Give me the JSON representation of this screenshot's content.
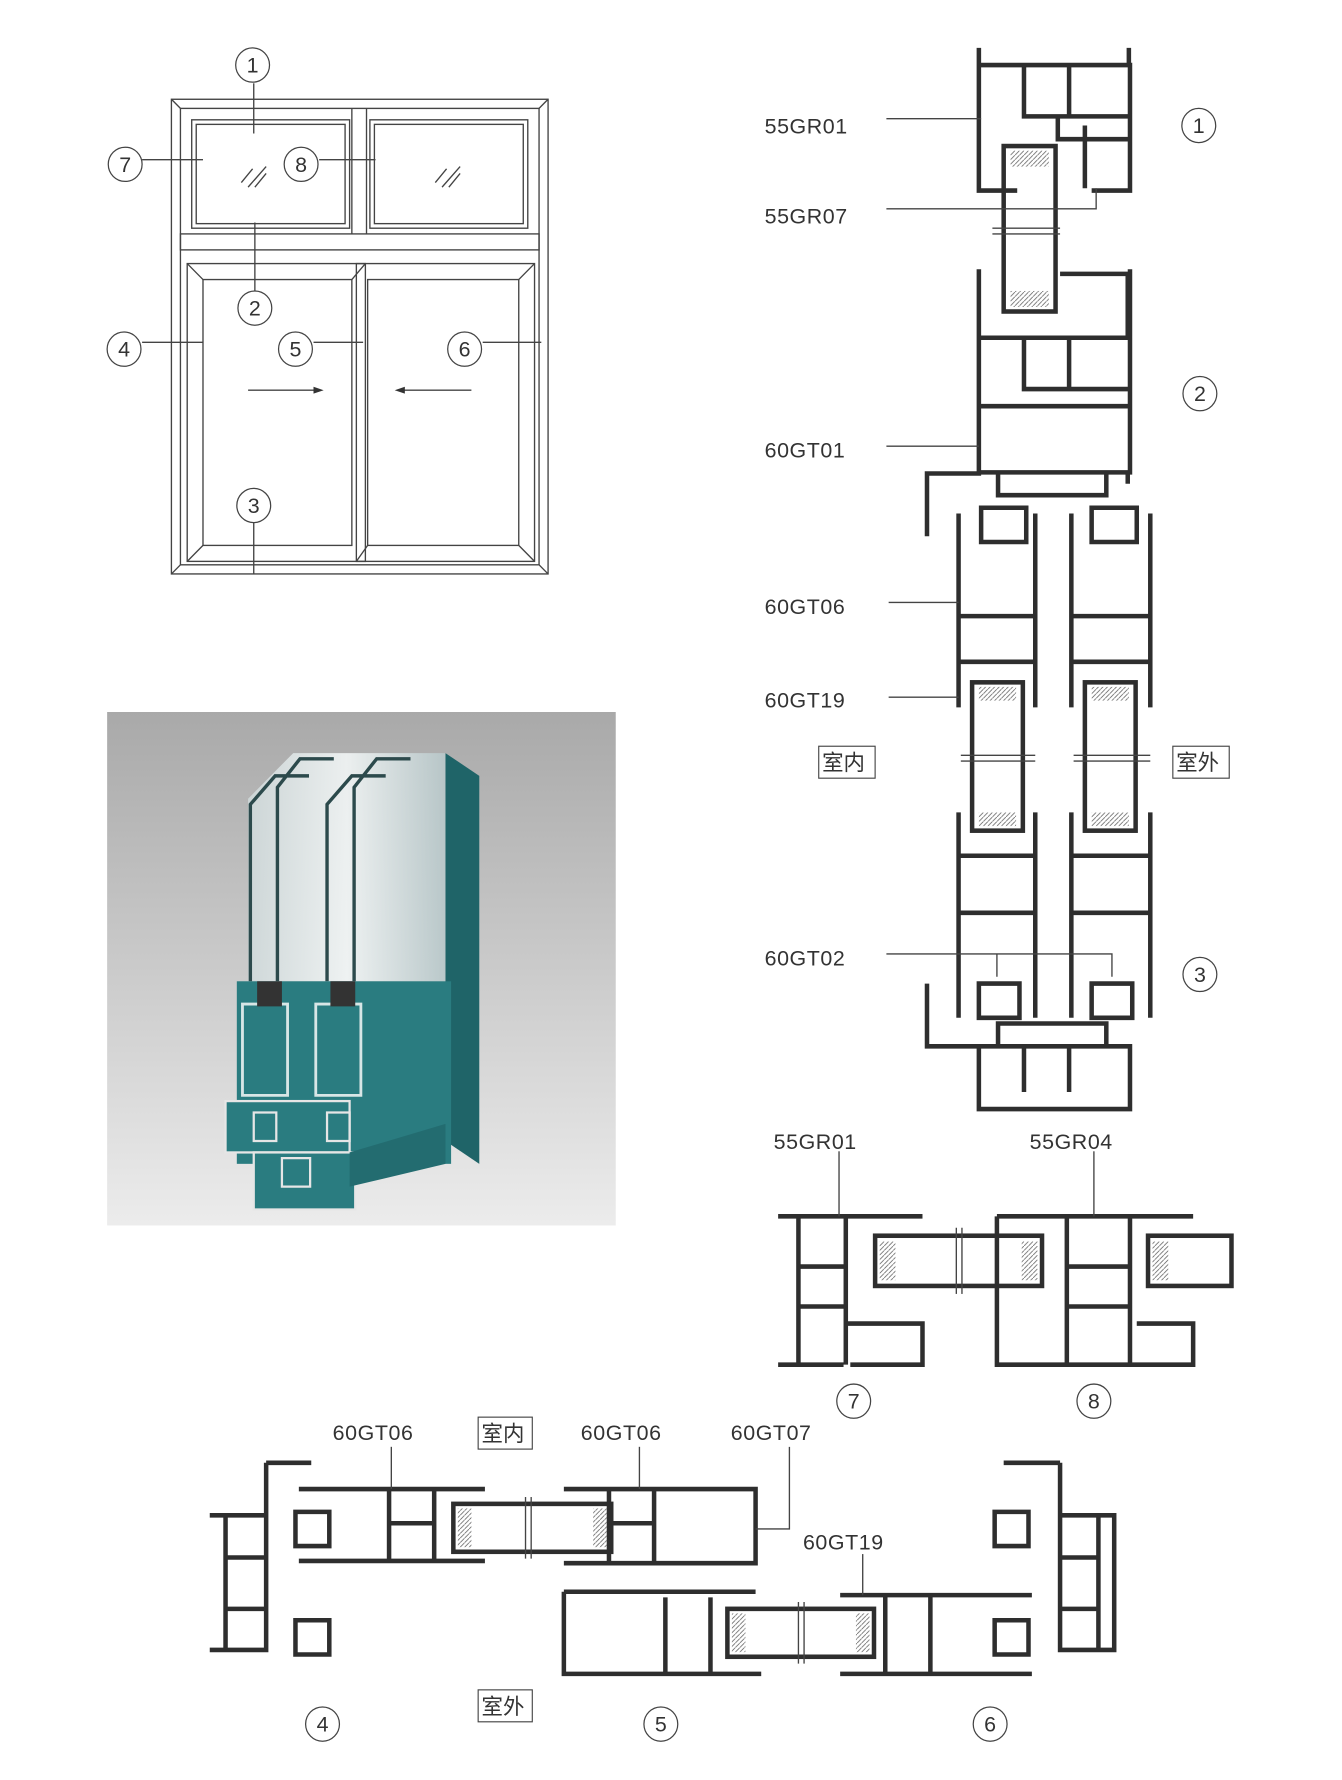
{
  "elevation": {
    "callouts": [
      "1",
      "2",
      "3",
      "4",
      "5",
      "6",
      "7",
      "8"
    ]
  },
  "photo": {
    "profile_color": "#2a7c80",
    "background": "#b4b4b4"
  },
  "vertical_section": {
    "labels": [
      "55GR01",
      "55GR07",
      "60GT01",
      "60GT06",
      "60GT19",
      "60GT02"
    ],
    "callouts": [
      "1",
      "2",
      "3"
    ],
    "indoor": "室内",
    "outdoor": "室外"
  },
  "transom_section": {
    "labels": [
      "55GR01",
      "55GR04"
    ],
    "callouts": [
      "7",
      "8"
    ]
  },
  "horizontal_section": {
    "labels": [
      "60GT06",
      "60GT06",
      "60GT07",
      "60GT19"
    ],
    "callouts": [
      "4",
      "5",
      "6"
    ],
    "indoor": "室内",
    "outdoor": "室外"
  }
}
